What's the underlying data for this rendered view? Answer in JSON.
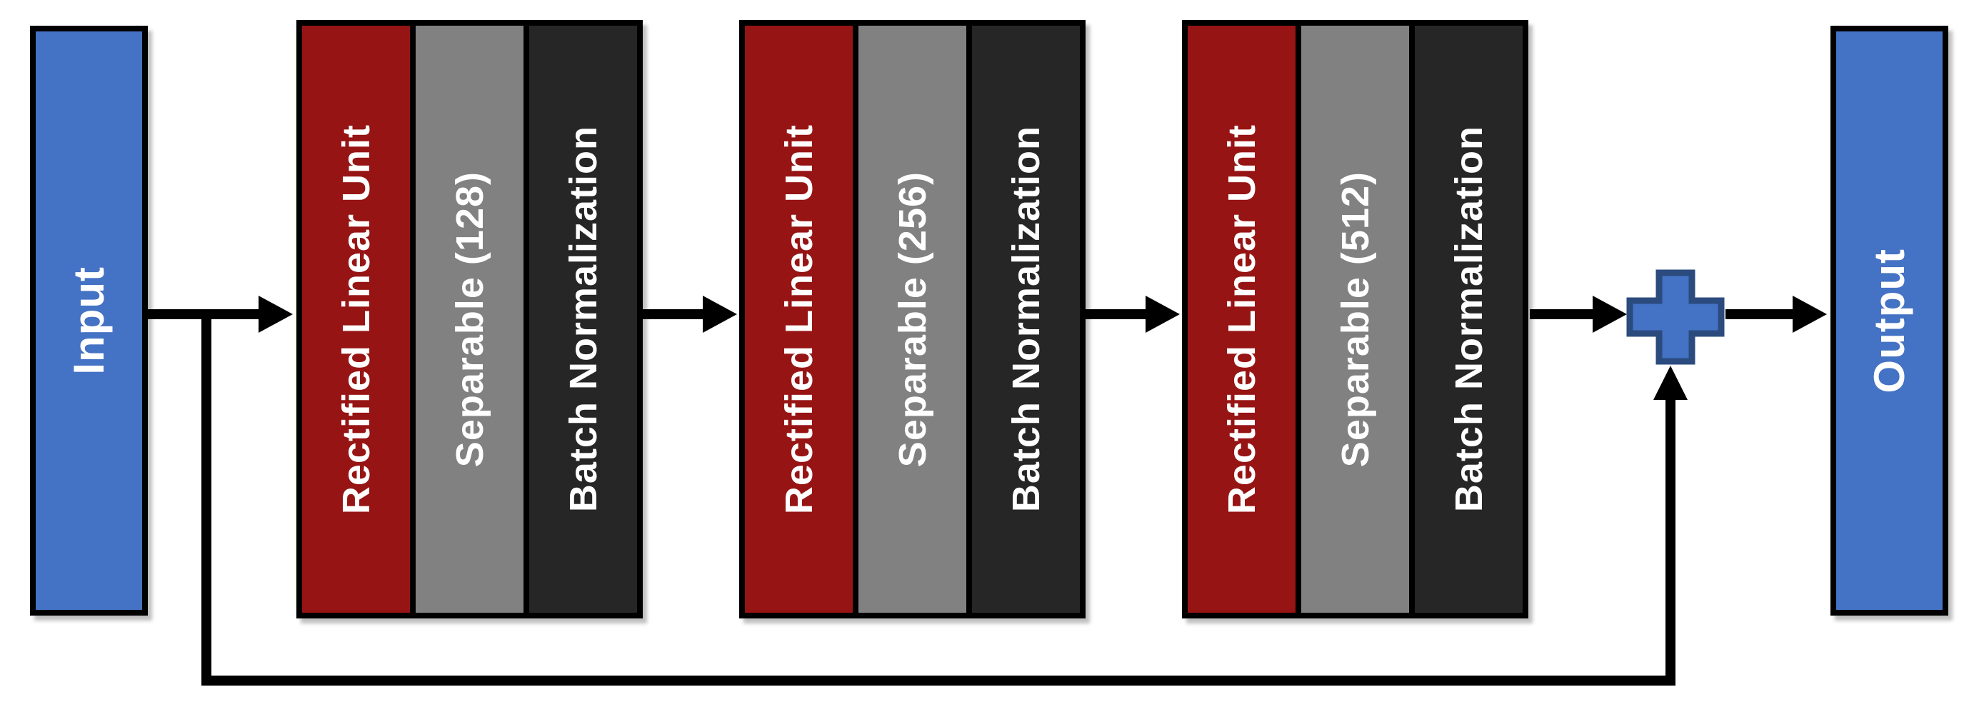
{
  "diagram": {
    "type": "neural-network-residual-block",
    "input_label": "Input",
    "output_label": "Output",
    "residual_blocks": [
      {
        "name": "block-1",
        "layers": [
          {
            "label": "Rectified Linear Unit",
            "color": "#971414"
          },
          {
            "label": "Separable (128)",
            "color": "#818181"
          },
          {
            "label": "Batch Normalization",
            "color": "#262626"
          }
        ]
      },
      {
        "name": "block-2",
        "layers": [
          {
            "label": "Rectified Linear Unit",
            "color": "#971414"
          },
          {
            "label": "Separable (256)",
            "color": "#818181"
          },
          {
            "label": "Batch Normalization",
            "color": "#262626"
          }
        ]
      },
      {
        "name": "block-3",
        "layers": [
          {
            "label": "Rectified Linear Unit",
            "color": "#971414"
          },
          {
            "label": "Separable (512)",
            "color": "#818181"
          },
          {
            "label": "Batch Normalization",
            "color": "#262626"
          }
        ]
      }
    ],
    "merge_operator": "plus",
    "skip_connection": "input-to-plus",
    "colors": {
      "io_fill": "#4472C4",
      "relu_fill": "#971414",
      "separable_fill": "#818181",
      "batchnorm_fill": "#262626",
      "plus_fill": "#4472C4",
      "plus_border": "#2B4B7E",
      "connector": "#000000",
      "block_border": "#000000",
      "text": "#FFFFFF",
      "background": "#FFFFFF"
    }
  }
}
